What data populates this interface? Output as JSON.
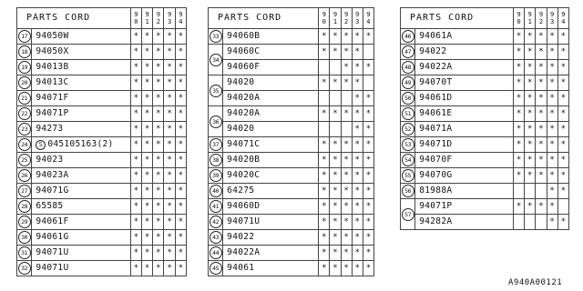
{
  "header": {
    "code_label": "PARTS CORD",
    "years": [
      [
        "9",
        "0"
      ],
      [
        "9",
        "1"
      ],
      [
        "9",
        "2"
      ],
      [
        "9",
        "3"
      ],
      [
        "9",
        "4"
      ]
    ]
  },
  "tables": [
    {
      "rows": [
        {
          "ref": "17",
          "code": "94050W",
          "marks": [
            "*",
            "*",
            "*",
            "*",
            "*"
          ]
        },
        {
          "ref": "18",
          "code": "94050X",
          "marks": [
            "*",
            "*",
            "*",
            "*",
            "*"
          ]
        },
        {
          "ref": "19",
          "code": "94013B",
          "marks": [
            "*",
            "*",
            "*",
            "*",
            "*"
          ]
        },
        {
          "ref": "20",
          "code": "94013C",
          "marks": [
            "*",
            "*",
            "*",
            "*",
            "*"
          ]
        },
        {
          "ref": "21",
          "code": "94071F",
          "marks": [
            "*",
            "*",
            "*",
            "*",
            "*"
          ]
        },
        {
          "ref": "22",
          "code": "94071P",
          "marks": [
            "*",
            "*",
            "*",
            "*",
            "*"
          ]
        },
        {
          "ref": "23",
          "code": "94273",
          "marks": [
            "*",
            "*",
            "*",
            "*",
            "*"
          ]
        },
        {
          "ref": "24",
          "symbol": "S",
          "code": "045105163(2)",
          "marks": [
            "*",
            "*",
            "*",
            "*",
            "*"
          ]
        },
        {
          "ref": "25",
          "code": "94023",
          "marks": [
            "*",
            "*",
            "*",
            "*",
            "*"
          ]
        },
        {
          "ref": "26",
          "code": "94023A",
          "marks": [
            "*",
            "*",
            "*",
            "*",
            "*"
          ]
        },
        {
          "ref": "27",
          "code": "94071G",
          "marks": [
            "*",
            "*",
            "*",
            "*",
            "*"
          ]
        },
        {
          "ref": "28",
          "code": "65585",
          "marks": [
            "*",
            "*",
            "*",
            "*",
            "*"
          ]
        },
        {
          "ref": "29",
          "code": "94061F",
          "marks": [
            "*",
            "*",
            "*",
            "*",
            "*"
          ]
        },
        {
          "ref": "30",
          "code": "94061G",
          "marks": [
            "*",
            "*",
            "*",
            "*",
            "*"
          ]
        },
        {
          "ref": "31",
          "code": "94071U",
          "marks": [
            "*",
            "*",
            "*",
            "*",
            "*"
          ]
        },
        {
          "ref": "32",
          "code": "94071U",
          "marks": [
            "*",
            "*",
            "*",
            "*",
            "*"
          ]
        }
      ]
    },
    {
      "rows": [
        {
          "ref": "33",
          "code": "94060B",
          "marks": [
            "*",
            "*",
            "*",
            "*",
            "*"
          ]
        },
        {
          "ref": "34",
          "code": "94060C",
          "marks": [
            "*",
            "*",
            "*",
            "*",
            ""
          ]
        },
        {
          "ref": "",
          "code": "94060F",
          "marks": [
            "",
            "",
            "*",
            "*",
            "*"
          ]
        },
        {
          "ref": "35",
          "code": "94020",
          "marks": [
            "*",
            "*",
            "*",
            "*",
            ""
          ]
        },
        {
          "ref": "",
          "code": "94020A",
          "marks": [
            "",
            "",
            "",
            "*",
            "*"
          ]
        },
        {
          "ref": "36",
          "code": "94020A",
          "marks": [
            "*",
            "*",
            "*",
            "*",
            "*"
          ]
        },
        {
          "ref": "",
          "code": "94020",
          "marks": [
            "",
            "",
            "",
            "*",
            "*"
          ]
        },
        {
          "ref": "37",
          "code": "94071C",
          "marks": [
            "*",
            "*",
            "*",
            "*",
            "*"
          ]
        },
        {
          "ref": "38",
          "code": "94020B",
          "marks": [
            "*",
            "*",
            "*",
            "*",
            "*"
          ]
        },
        {
          "ref": "39",
          "code": "94020C",
          "marks": [
            "*",
            "*",
            "*",
            "*",
            "*"
          ]
        },
        {
          "ref": "40",
          "code": "64275",
          "marks": [
            "*",
            "*",
            "*",
            "*",
            "*"
          ]
        },
        {
          "ref": "41",
          "code": "94060D",
          "marks": [
            "*",
            "*",
            "*",
            "*",
            "*"
          ]
        },
        {
          "ref": "42",
          "code": "94071U",
          "marks": [
            "*",
            "*",
            "*",
            "*",
            "*"
          ]
        },
        {
          "ref": "43",
          "code": "94022",
          "marks": [
            "*",
            "*",
            "*",
            "*",
            "*"
          ]
        },
        {
          "ref": "44",
          "code": "94022A",
          "marks": [
            "*",
            "*",
            "*",
            "*",
            "*"
          ]
        },
        {
          "ref": "45",
          "code": "94061",
          "marks": [
            "*",
            "*",
            "*",
            "*",
            "*"
          ]
        }
      ]
    },
    {
      "rows": [
        {
          "ref": "46",
          "code": "94061A",
          "marks": [
            "*",
            "*",
            "*",
            "*",
            "*"
          ]
        },
        {
          "ref": "47",
          "code": "94022",
          "marks": [
            "*",
            "*",
            "*",
            "*",
            "*"
          ]
        },
        {
          "ref": "48",
          "code": "94022A",
          "marks": [
            "*",
            "*",
            "*",
            "*",
            "*"
          ]
        },
        {
          "ref": "49",
          "code": "94070T",
          "marks": [
            "*",
            "*",
            "*",
            "*",
            "*"
          ]
        },
        {
          "ref": "50",
          "code": "94061D",
          "marks": [
            "*",
            "*",
            "*",
            "*",
            "*"
          ]
        },
        {
          "ref": "51",
          "code": "94061E",
          "marks": [
            "*",
            "*",
            "*",
            "*",
            "*"
          ]
        },
        {
          "ref": "52",
          "code": "94071A",
          "marks": [
            "*",
            "*",
            "*",
            "*",
            "*"
          ]
        },
        {
          "ref": "53",
          "code": "94071D",
          "marks": [
            "*",
            "*",
            "*",
            "*",
            "*"
          ]
        },
        {
          "ref": "54",
          "code": "94070F",
          "marks": [
            "*",
            "*",
            "*",
            "*",
            "*"
          ]
        },
        {
          "ref": "55",
          "code": "94070G",
          "marks": [
            "*",
            "*",
            "*",
            "*",
            "*"
          ]
        },
        {
          "ref": "56",
          "code": "81988A",
          "marks": [
            "",
            "",
            "",
            "*",
            "*"
          ]
        },
        {
          "ref": "57",
          "code": "94071P",
          "marks": [
            "*",
            "*",
            "*",
            "*",
            ""
          ]
        },
        {
          "ref": "",
          "code": "94282A",
          "marks": [
            "",
            "",
            "",
            "*",
            "*"
          ]
        }
      ]
    }
  ],
  "footer_id": "A940A00121"
}
